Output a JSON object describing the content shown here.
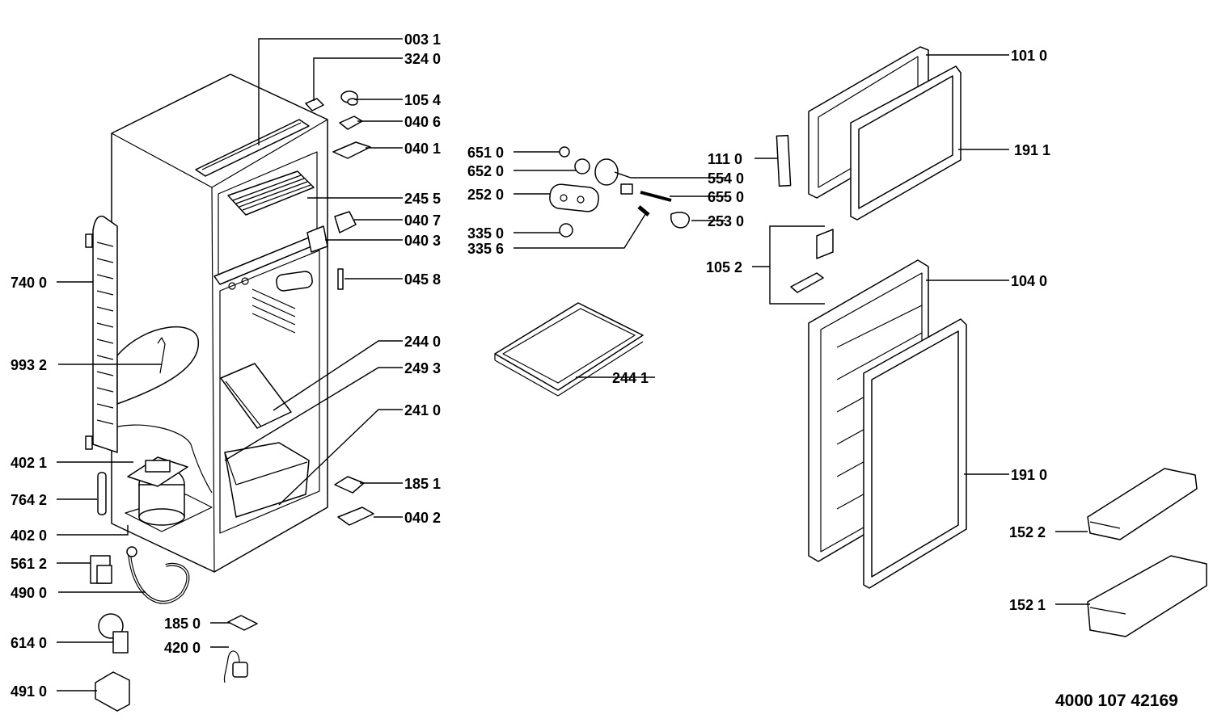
{
  "document_number": "4000 107 42169",
  "part_labels": [
    "003 1",
    "324 0",
    "105 4",
    "040 6",
    "040 1",
    "245 5",
    "040 7",
    "040 3",
    "045 8",
    "244 0",
    "249 3",
    "241 0",
    "185 1",
    "040 2",
    "740 0",
    "993 2",
    "402 1",
    "764 2",
    "402 0",
    "561 2",
    "490 0",
    "185 0",
    "420 0",
    "614 0",
    "491 0",
    "651 0",
    "652 0",
    "252 0",
    "335 0",
    "335 6",
    "554 0",
    "655 0",
    "253 0",
    "244 1",
    "101 0",
    "111 0",
    "191 1",
    "105 2",
    "104 0",
    "191 0",
    "152 2",
    "152 1"
  ]
}
